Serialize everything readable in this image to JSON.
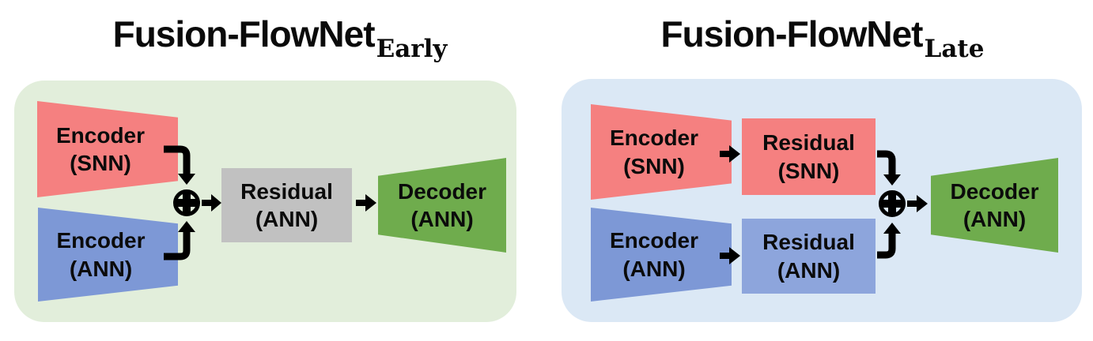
{
  "figure": {
    "early": {
      "title_main": "Fusion-FlowNet",
      "title_sub": "Early",
      "panel_color": "#E2EEDB",
      "blocks": {
        "encoder_snn": {
          "label": "Encoder\n(SNN)",
          "color": "#F58080"
        },
        "encoder_ann": {
          "label": "Encoder\n(ANN)",
          "color": "#7D98D6"
        },
        "residual_ann": {
          "label": "Residual\n(ANN)",
          "color": "#C1C1C1"
        },
        "decoder_ann": {
          "label": "Decoder\n(ANN)",
          "color": "#6FAC4D"
        }
      },
      "merge_symbol": "⊕"
    },
    "late": {
      "title_main": "Fusion-FlowNet",
      "title_sub": "Late",
      "panel_color": "#DBE8F5",
      "blocks": {
        "encoder_snn": {
          "label": "Encoder\n(SNN)",
          "color": "#F58080"
        },
        "residual_snn": {
          "label": "Residual\n(SNN)",
          "color": "#F58080"
        },
        "encoder_ann": {
          "label": "Encoder\n(ANN)",
          "color": "#7D98D6"
        },
        "residual_ann": {
          "label": "Residual\n(ANN)",
          "color": "#8DA5DC"
        },
        "decoder_ann": {
          "label": "Decoder\n(ANN)",
          "color": "#6FAC4D"
        }
      },
      "merge_symbol": "⊕"
    },
    "arrow_color": "#000000"
  }
}
